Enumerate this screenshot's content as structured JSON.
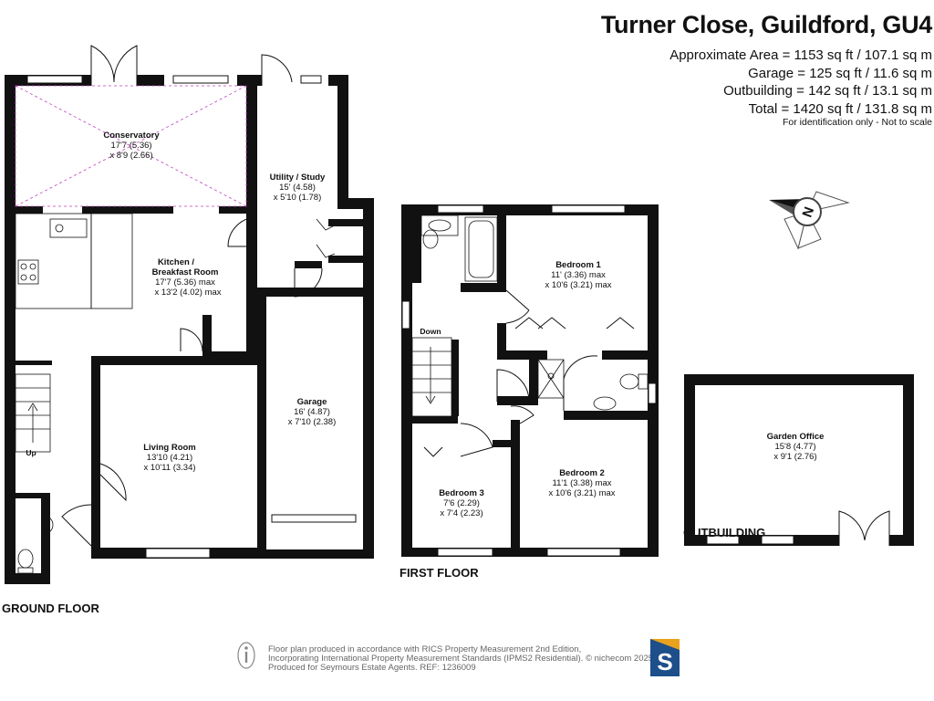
{
  "header": {
    "title": "Turner Close, Guildford, GU4",
    "areas": [
      "Approximate Area = 1153 sq ft / 107.1 sq m",
      "Garage = 125 sq ft / 11.6 sq m",
      "Outbuilding = 142 sq ft / 13.1 sq m",
      "Total = 1420 sq ft / 131.8 sq m"
    ],
    "note": "For identification only - Not to scale"
  },
  "compass": {
    "label": "N"
  },
  "floors": {
    "ground": "GROUND FLOOR",
    "first": "FIRST FLOOR",
    "outbuilding": "OUTBUILDING"
  },
  "rooms": {
    "conservatory": {
      "name": "Conservatory",
      "d1": "17'7 (5.36)",
      "d2": "x 8'9 (2.66)"
    },
    "utility": {
      "name": "Utility / Study",
      "d1": "15' (4.58)",
      "d2": "x 5'10 (1.78)"
    },
    "kitchen": {
      "name1": "Kitchen /",
      "name2": "Breakfast Room",
      "d1": "17'7 (5.36) max",
      "d2": "x 13'2 (4.02) max"
    },
    "garage": {
      "name": "Garage",
      "d1": "16' (4.87)",
      "d2": "x 7'10 (2.38)"
    },
    "living": {
      "name": "Living Room",
      "d1": "13'10 (4.21)",
      "d2": "x 10'11 (3.34)"
    },
    "bedroom1": {
      "name": "Bedroom 1",
      "d1": "11' (3.36) max",
      "d2": "x 10'6 (3.21) max"
    },
    "bedroom2": {
      "name": "Bedroom 2",
      "d1": "11'1 (3.38) max",
      "d2": "x 10'6 (3.21) max"
    },
    "bedroom3": {
      "name": "Bedroom 3",
      "d1": "7'6 (2.29)",
      "d2": "x 7'4 (2.23)"
    },
    "office": {
      "name": "Garden Office",
      "d1": "15'8 (4.77)",
      "d2": "x 9'1 (2.76)"
    }
  },
  "stairs": {
    "up": "Up",
    "down": "Down"
  },
  "footer": {
    "lines": [
      "Floor plan produced in accordance with RICS Property Measurement 2nd Edition,",
      "Incorporating International Property Measurement Standards (IPMS2 Residential).  © nichecom 2025.",
      "Produced for Seymours Estate Agents.   REF: 1236009"
    ],
    "logo_letter": "S",
    "logo_color": "#1d4f8a",
    "logo_accent": "#e8a21e"
  }
}
